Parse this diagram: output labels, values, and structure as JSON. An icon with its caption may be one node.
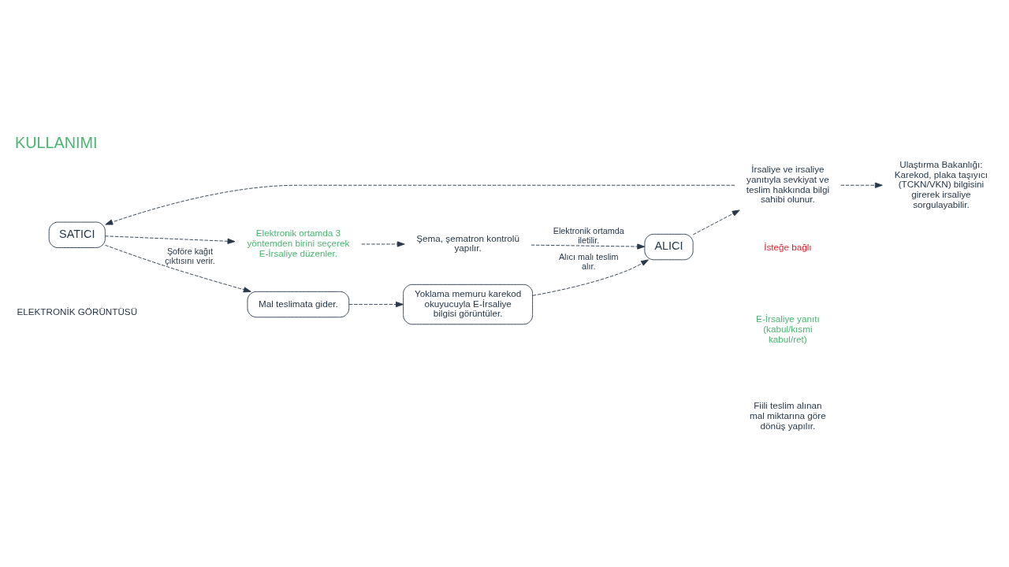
{
  "diagram": {
    "title": "KULLANIMI",
    "nodes": [
      {
        "text": [
          "SATICI"
        ]
      },
      {
        "text": [
          "Mal teslimata gider."
        ]
      },
      {
        "text": [
          "Yoklama memuru karekod okuyucuyla E-İrsaliye bilgisi görüntüler."
        ]
      },
      {
        "text": [
          "ALICI"
        ]
      },
      {
        "text": [
          "Elektronik ortamda 3 yöntemden birini seçerek E-İrsaliye düzenler."
        ]
      },
      {
        "text": [
          "Şema, şematron kontrolü yapılır."
        ]
      },
      {
        "text": [
          "İrsaliye ve irsaliye yanıtıyla sevkiyat ve teslim hakkında bilgi sahibi olunur."
        ]
      },
      {
        "text": [
          "Ulaştırma Bakanlığı: Karekod, plaka taşıyıcı (TCKN/VKN) bilgisini girerek irsaliye sorgulayabilir."
        ]
      }
    ],
    "edges": [
      {
        "from": 0,
        "to": 1,
        "arrow": "to",
        "style": "dashed",
        "label": "Şoföre kağıt çıktısını verir."
      },
      {
        "from": 1,
        "to": 2,
        "arrow": "to",
        "style": "dashed"
      },
      {
        "from": 2,
        "to": 3,
        "arrow": "to",
        "style": "dashed",
        "label": "Alıcı malı teslim alır."
      },
      {
        "from": 0,
        "to": 4,
        "arrow": "to",
        "style": "dashed"
      },
      {
        "from": 4,
        "to": 5,
        "arrow": "to",
        "style": "dashed"
      },
      {
        "from": 5,
        "to": 3,
        "arrow": "to",
        "style": "dashed",
        "label": "Elektronik ortamda iletilir."
      },
      {
        "from": 3,
        "to": 6,
        "arrow": "to",
        "style": "dashed"
      },
      {
        "from": 6,
        "to": 0,
        "arrow": "to",
        "style": "dashed"
      },
      {
        "from": 6,
        "to": 7,
        "arrow": "to",
        "style": "dashed"
      }
    ],
    "labels": [
      "ELEKTRONİK GÖRÜNTÜSÜ",
      "İsteğe bağlı",
      "E-İrsaliye yanıtı (kabul/kısmi kabul/ret)",
      "Fiili teslim alınan mal miktarına göre dönüş yapılır."
    ]
  }
}
